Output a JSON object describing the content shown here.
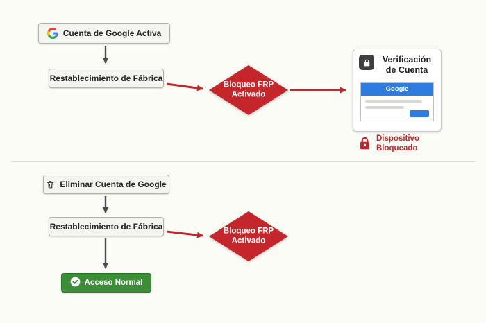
{
  "scenario_a": {
    "account_box": "Cuenta de Google Activa",
    "reset_box": "Restablecimiento de Fábrica",
    "frp_diamond": "Bloqueo FRP Activado",
    "verification_card": {
      "title": "Verificación de Cuenta",
      "brand": "Google"
    },
    "locked_badge": "Dispositivo Bloqueado"
  },
  "scenario_b": {
    "delete_box": "Eliminar Cuenta de Google",
    "reset_box": "Restablecimiento de Fábrica",
    "frp_diamond": "Bloqueo FRP Activado",
    "access_box": "Acceso Normal"
  },
  "icons": {
    "account": "google-g-icon",
    "delete": "trash-icon",
    "verification": "padlock-icon",
    "locked_device": "red-padlock-icon",
    "access": "check-circle-icon"
  },
  "colors": {
    "red": "#c5262c",
    "green": "#3c8c38",
    "google_blue": "#2e7ce0"
  }
}
